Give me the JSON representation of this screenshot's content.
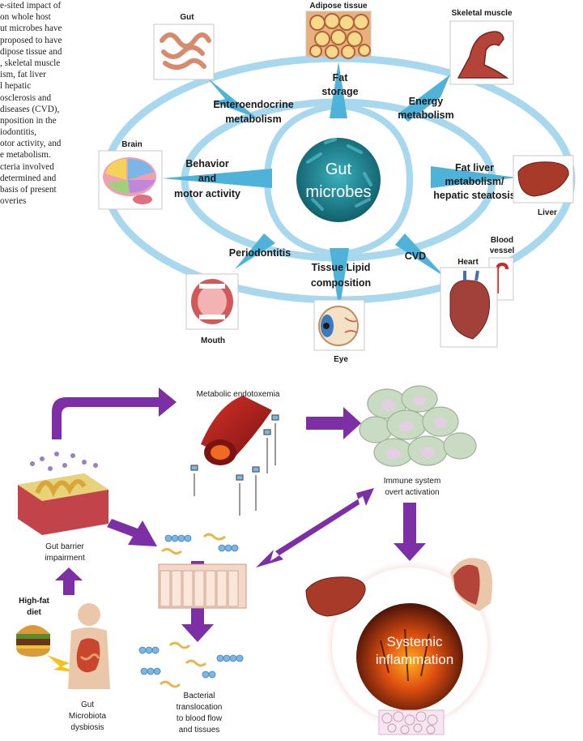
{
  "body_text": [
    "e-sited impact of",
    "on whole host",
    "ut microbes have",
    "proposed to have",
    "dipose tissue and",
    ", skeletal muscle",
    "ism, fat liver",
    "l hepatic",
    "osclerosis and",
    "diseases (CVD),",
    "nposition in the",
    "iodontitis,",
    "otor activity, and",
    "e metabolism.",
    "cteria involved",
    " determined and",
    "basis of present",
    "overies"
  ],
  "top_diagram": {
    "center": [
      "Gut",
      "microbes"
    ],
    "organs": {
      "gut": "Gut",
      "adipose": "Adipose tissue",
      "muscle": "Skeletal muscle",
      "brain": "Brain",
      "liver": "Liver",
      "blood_vessel": [
        "Blood",
        "vessel"
      ],
      "heart": "Heart",
      "mouth": "Mouth",
      "eye": "Eye"
    },
    "effects": {
      "enteroendocrine": [
        "Enteroendocrine",
        "metabolism"
      ],
      "fat_storage": [
        "Fat",
        "storage"
      ],
      "energy": [
        "Energy",
        "metabolism"
      ],
      "behavior": [
        "Behavior",
        "and",
        "motor activity"
      ],
      "fat_liver": [
        "Fat liver",
        "metabolism/",
        "hepatic steatosis"
      ],
      "periodontitis": "Periodontitis",
      "tissue_lipid": [
        "Tissue Lipid",
        "composition"
      ],
      "cvd": "CVD"
    }
  },
  "bottom_diagram": {
    "metabolic_endotoxemia": "Metabolic endotoxemia",
    "immune": [
      "Immune system",
      "overt activation"
    ],
    "gut_barrier": [
      "Gut barrier",
      "impairment"
    ],
    "high_fat": [
      "High-fat",
      "diet"
    ],
    "dysbiosis": [
      "Gut",
      "Microbiota",
      "dysbiosis"
    ],
    "translocation": [
      "Bacterial",
      "translocation",
      "to blood flow",
      "and tissues"
    ],
    "systemic": [
      "Systemic",
      "inflammation"
    ]
  },
  "colors": {
    "ring": "#a8d8ee",
    "ring_light": "#d6eef8",
    "arrow_blue": "#4fb3d9",
    "microbe_bg": "#1a7f8e",
    "arrow_purple": "#7d2fa6",
    "organ_red": "#b8392c"
  }
}
